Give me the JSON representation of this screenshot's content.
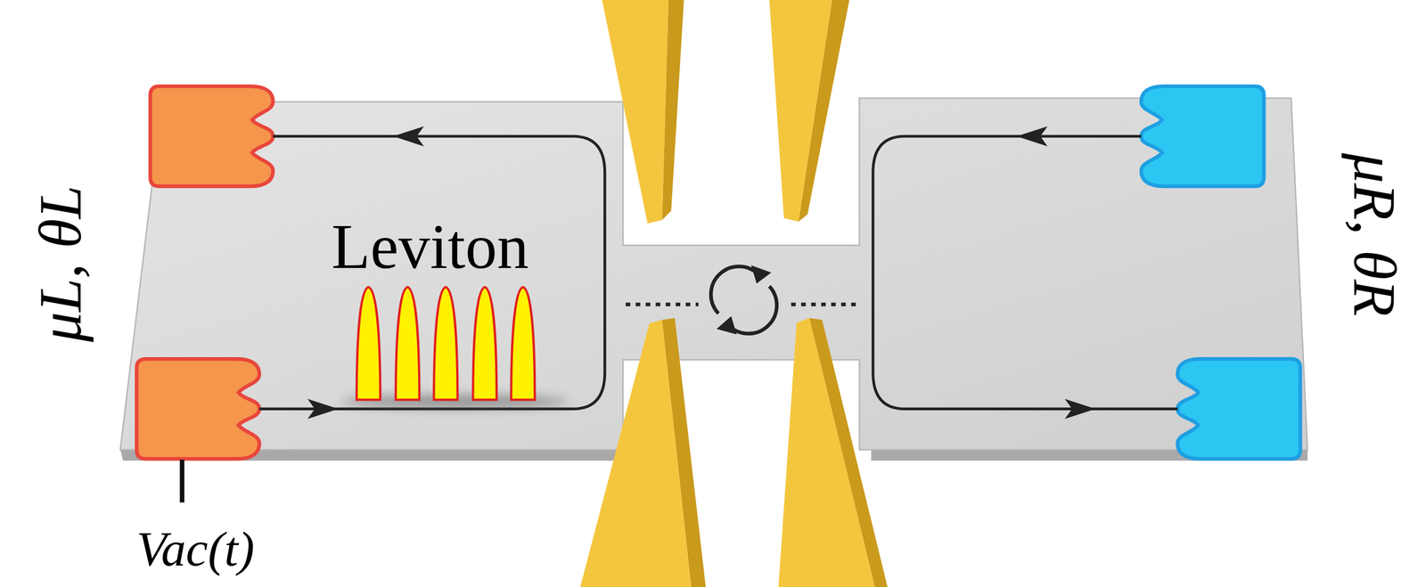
{
  "diagram": {
    "labels": [
      "μL, θL",
      "Leviton",
      "Vac(t)",
      "μR, θR"
    ]
  }
}
